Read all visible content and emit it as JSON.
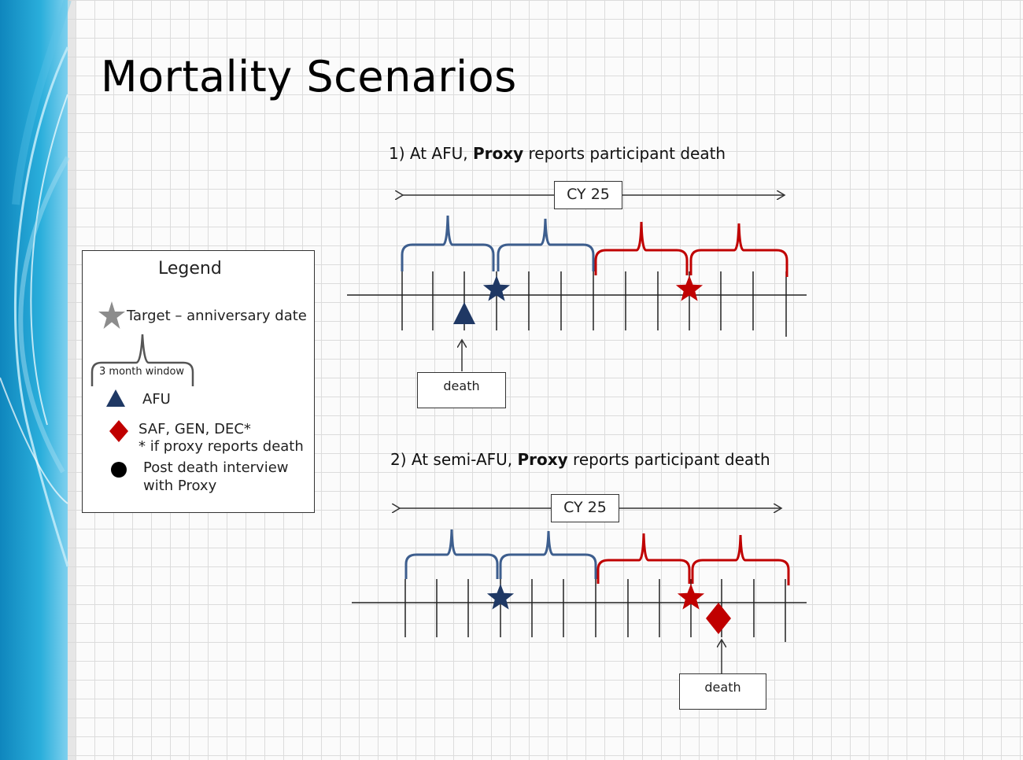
{
  "title": "Mortality Scenarios",
  "legend": {
    "heading": "Legend",
    "target_label": "Target – anniversary date",
    "window_label": "3 month window",
    "afu_label": "AFU",
    "saf_label": "SAF, GEN, DEC*",
    "saf_note": "* if proxy reports death",
    "post_label_line1": "Post death interview",
    "post_label_line2": "with Proxy"
  },
  "scenario1": {
    "prefix": "1) At AFU, ",
    "bold": "Proxy",
    "suffix": " reports participant death",
    "cy_label": "CY 25",
    "death_label": "death"
  },
  "scenario2": {
    "prefix": "2) At semi-AFU, ",
    "bold": "Proxy",
    "suffix": " reports participant death",
    "cy_label": "CY 25",
    "death_label": "death"
  },
  "colors": {
    "navy": "#1f3864",
    "blue_brace": "#3d5e8e",
    "red": "#c00000",
    "gray_star": "#8c8c8c",
    "band_blue": "#1a9ccc"
  }
}
